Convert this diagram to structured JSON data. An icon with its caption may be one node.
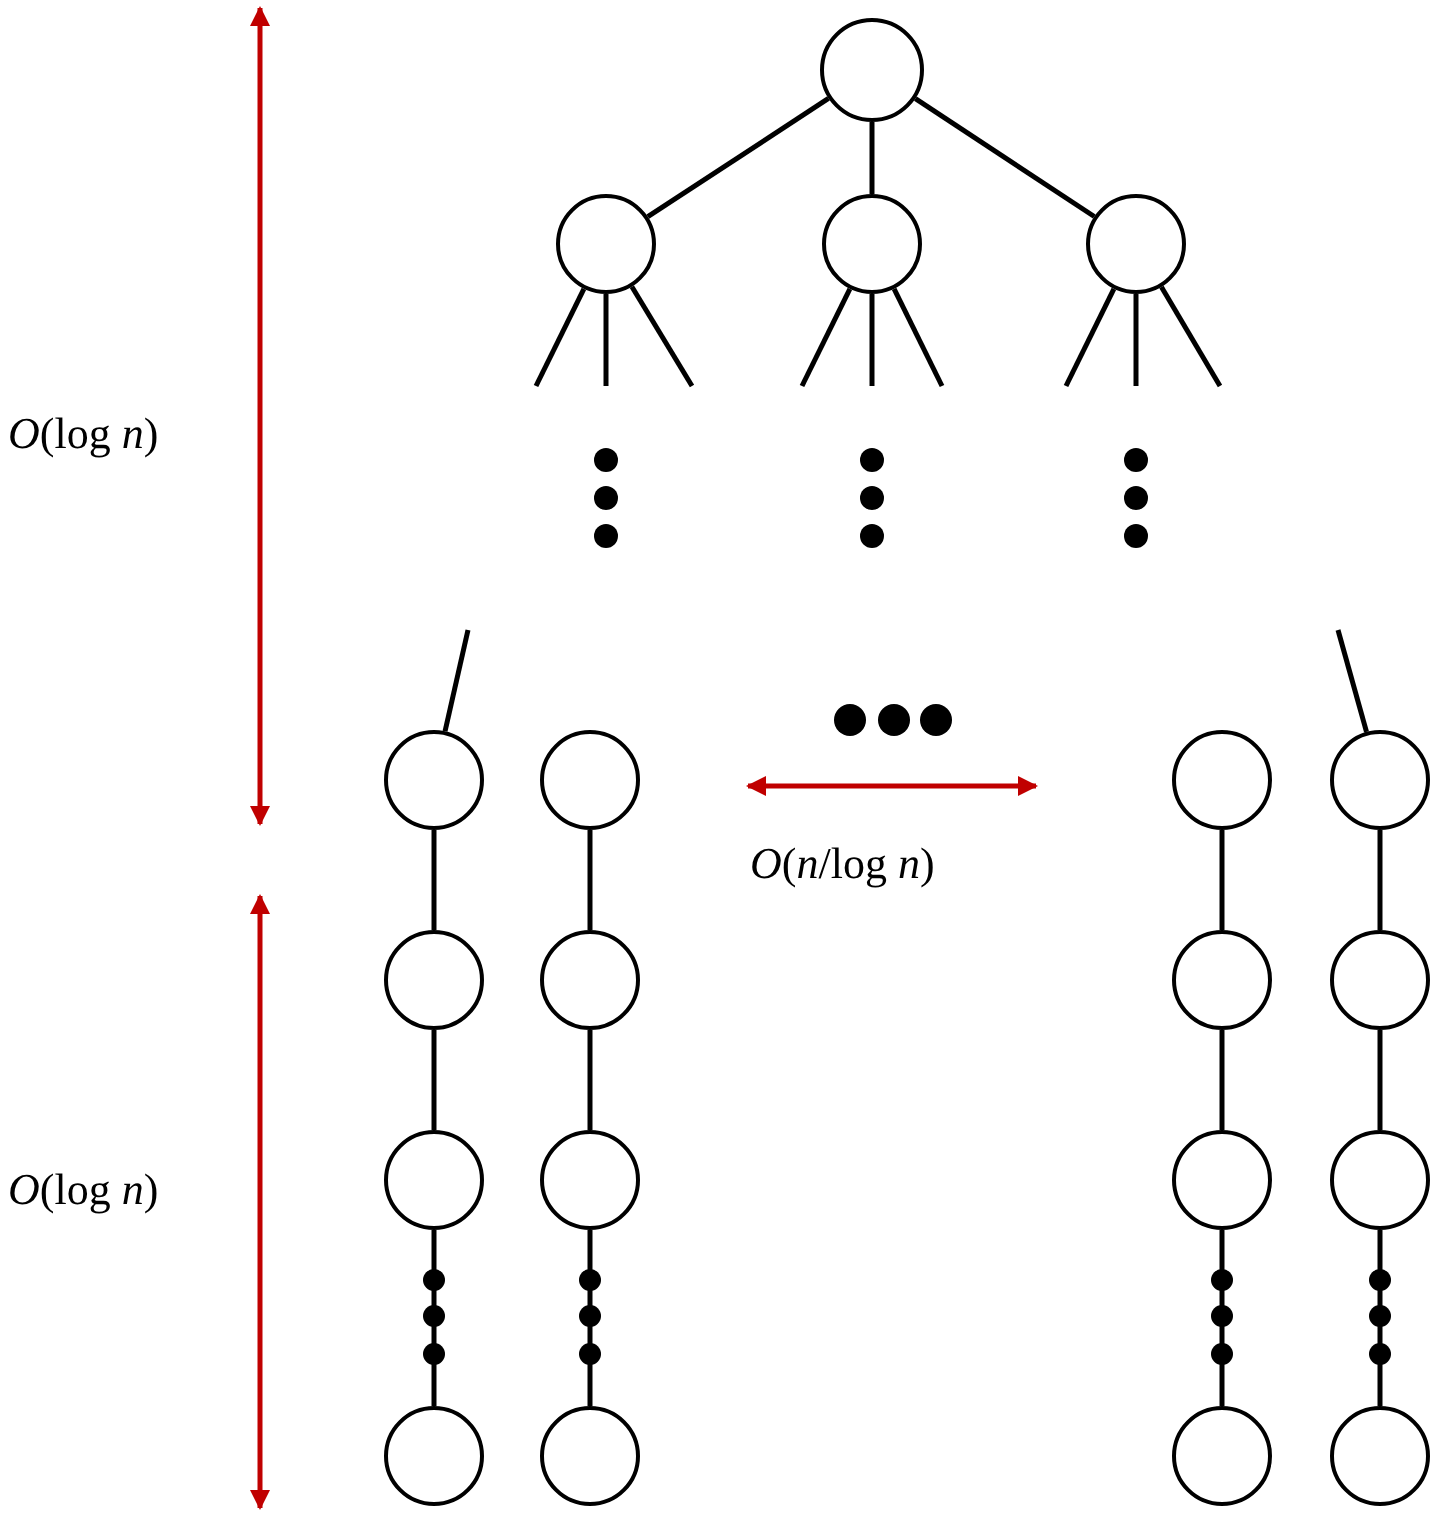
{
  "diagram": {
    "nodes": [
      {
        "text": [],
        "shape": "circle"
      },
      {
        "text": [],
        "shape": "circle"
      },
      {
        "text": [],
        "shape": "circle"
      },
      {
        "text": [],
        "shape": "circle"
      },
      {
        "text": [],
        "shape": "circle"
      },
      {
        "text": [],
        "shape": "circle"
      },
      {
        "text": [],
        "shape": "circle"
      },
      {
        "text": [],
        "shape": "circle"
      },
      {
        "text": [],
        "shape": "circle"
      },
      {
        "text": [],
        "shape": "circle"
      },
      {
        "text": [],
        "shape": "circle"
      },
      {
        "text": [],
        "shape": "circle"
      },
      {
        "text": [],
        "shape": "circle"
      },
      {
        "text": [],
        "shape": "circle"
      },
      {
        "text": [],
        "shape": "circle"
      },
      {
        "text": [],
        "shape": "circle"
      },
      {
        "text": [],
        "shape": "circle"
      },
      {
        "text": [],
        "shape": "circle"
      },
      {
        "text": [],
        "shape": "circle"
      },
      {
        "text": [],
        "shape": "circle"
      }
    ],
    "edges": [
      {
        "from": 0,
        "to": 1,
        "arrow": "none"
      },
      {
        "from": 0,
        "to": 2,
        "arrow": "none"
      },
      {
        "from": 0,
        "to": 3,
        "arrow": "none"
      },
      {
        "from": 1,
        "to": null,
        "arrow": "none"
      },
      {
        "from": 1,
        "to": null,
        "arrow": "none"
      },
      {
        "from": 1,
        "to": null,
        "arrow": "none"
      },
      {
        "from": 2,
        "to": null,
        "arrow": "none"
      },
      {
        "from": 2,
        "to": null,
        "arrow": "none"
      },
      {
        "from": 2,
        "to": null,
        "arrow": "none"
      },
      {
        "from": 3,
        "to": null,
        "arrow": "none"
      },
      {
        "from": 3,
        "to": null,
        "arrow": "none"
      },
      {
        "from": 3,
        "to": null,
        "arrow": "none"
      },
      {
        "from": null,
        "to": 4,
        "arrow": "none"
      },
      {
        "from": null,
        "to": 7,
        "arrow": "none"
      },
      {
        "from": 4,
        "to": 8,
        "arrow": "none"
      },
      {
        "from": 8,
        "to": 12,
        "arrow": "none"
      },
      {
        "from": 12,
        "to": 16,
        "arrow": "none"
      },
      {
        "from": 5,
        "to": 9,
        "arrow": "none"
      },
      {
        "from": 9,
        "to": 13,
        "arrow": "none"
      },
      {
        "from": 13,
        "to": 17,
        "arrow": "none"
      },
      {
        "from": 6,
        "to": 10,
        "arrow": "none"
      },
      {
        "from": 10,
        "to": 14,
        "arrow": "none"
      },
      {
        "from": 14,
        "to": 18,
        "arrow": "none"
      },
      {
        "from": 7,
        "to": 11,
        "arrow": "none"
      },
      {
        "from": 11,
        "to": 15,
        "arrow": "none"
      },
      {
        "from": 15,
        "to": 19,
        "arrow": "none"
      }
    ],
    "labels": [
      "*O*(log *n*)",
      "*O*(*n*/log *n*)",
      "*O*(log *n*)"
    ]
  }
}
